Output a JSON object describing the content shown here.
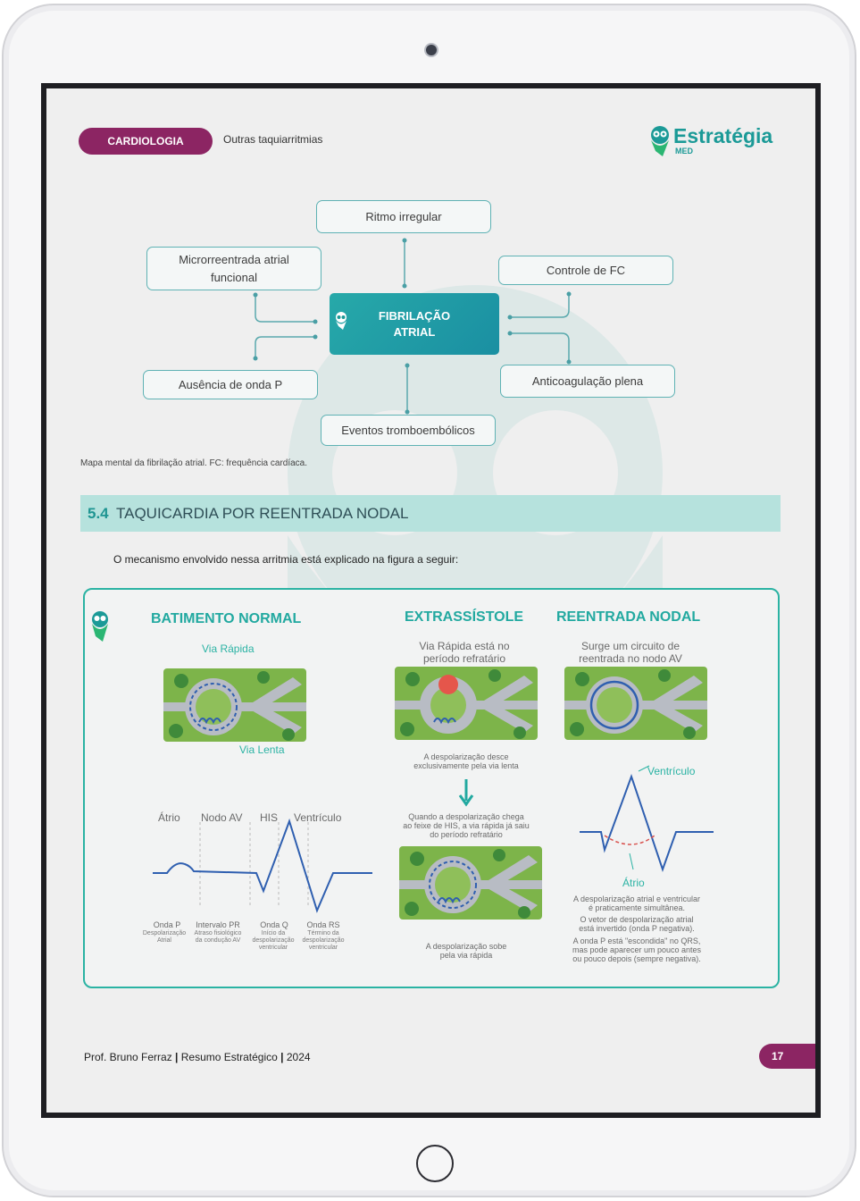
{
  "header": {
    "badge": "CARDIOLOGIA",
    "subtitle": "Outras taquiarritmias",
    "brand_name": "Estratégia",
    "brand_sub": "MED"
  },
  "mindmap": {
    "center_line1": "FIBRILAÇÃO",
    "center_line2": "ATRIAL",
    "nodes": {
      "top": "Ritmo irregular",
      "left_top_line1": "Microrreentrada atrial",
      "left_top_line2": "funcional",
      "left_bottom": "Ausência de onda P",
      "right_top": "Controle de FC",
      "right_bottom": "Anticoagulação plena",
      "bottom": "Eventos tromboembólicos"
    },
    "caption": "Mapa mental da fibrilação atrial. FC: frequência cardíaca."
  },
  "section": {
    "number": "5.4",
    "title": "TAQUICARDIA POR REENTRADA NODAL",
    "intro": "O mecanismo envolvido nessa arritmia está explicado na figura a seguir:"
  },
  "figure": {
    "col1": {
      "title": "BATIMENTO NORMAL",
      "fast": "Via Rápida",
      "slow": "Via Lenta",
      "ecg_labels": [
        "Átrio",
        "Nodo AV",
        "HIS",
        "Ventrículo"
      ],
      "waves": [
        {
          "name": "Onda P",
          "desc1": "Despolarização",
          "desc2": "Atrial",
          "desc3": ""
        },
        {
          "name": "Intervalo PR",
          "desc1": "Atraso fisiológico",
          "desc2": "da condução AV",
          "desc3": ""
        },
        {
          "name": "Onda Q",
          "desc1": "Início da",
          "desc2": "despolarização",
          "desc3": "ventricular"
        },
        {
          "name": "Onda RS",
          "desc1": "Término da",
          "desc2": "despolarização",
          "desc3": "ventricular"
        }
      ]
    },
    "col2": {
      "title": "EXTRASSÍSTOLE",
      "top_line1": "Via Rápida está no",
      "top_line2": "período refratário",
      "mid_line1": "A despolarização desce",
      "mid_line2": "exclusivamente pela via lenta",
      "lower_line1": "Quando a despolarização chega",
      "lower_line2": "ao feixe de HIS, a via rápida já saiu",
      "lower_line3": "do período refratário",
      "bottom_line1": "A despolarização sobe",
      "bottom_line2": "pela via rápida"
    },
    "col3": {
      "title": "REENTRADA NODAL",
      "top_line1": "Surge um circuito de",
      "top_line2": "reentrada no nodo AV",
      "ventricle": "Ventrículo",
      "atrium": "Átrio",
      "n1_line1": "A despolarização atrial e ventricular",
      "n1_line2": "é praticamente simultânea.",
      "n2_line1": "O vetor de despolarização atrial",
      "n2_line2": "está invertido (onda P negativa).",
      "n3_line1": "A onda P está \"escondida\" no QRS,",
      "n3_line2": "mas pode aparecer um pouco antes",
      "n3_line3": "ou pouco depois (sempre negativa)."
    }
  },
  "footer": {
    "author": "Prof. Bruno Ferraz",
    "doc": "Resumo Estratégico",
    "year": "2024",
    "sep": "|",
    "page": "17"
  },
  "colors": {
    "brand_magenta": "#8c2563",
    "brand_teal": "#1b9a97",
    "section_bg": "#b6e2dd"
  }
}
